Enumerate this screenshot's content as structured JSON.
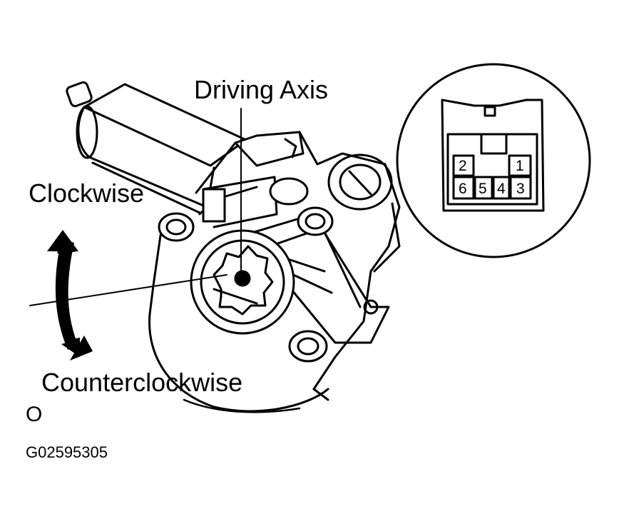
{
  "labels": {
    "driving_axis": "Driving Axis",
    "clockwise": "Clockwise",
    "counterclockwise": "Counterclockwise",
    "mark": "O",
    "figure_code": "G02595305"
  },
  "connector": {
    "pins": [
      "1",
      "2",
      "3",
      "4",
      "5",
      "6"
    ]
  },
  "colors": {
    "ink": "#000000",
    "paper": "#ffffff"
  }
}
